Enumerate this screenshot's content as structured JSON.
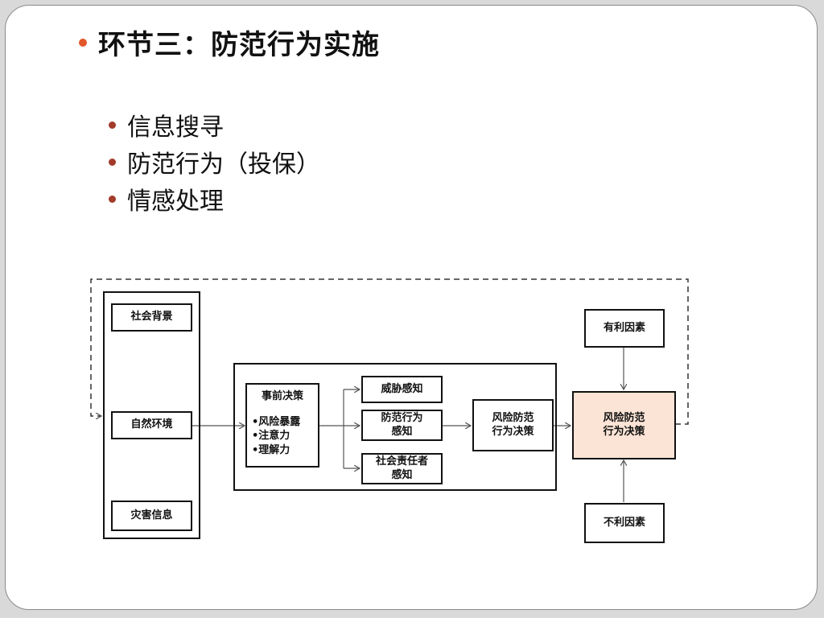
{
  "title": "环节三：防范行为实施",
  "bullets": [
    "信息搜寻",
    "防范行为（投保）",
    "情感处理"
  ],
  "diagram": {
    "left_column": [
      "社会背景",
      "自然环境",
      "灾害信息"
    ],
    "event_decision": {
      "title": "事前决策",
      "items": [
        "•风险暴露",
        "•注意力",
        "•理解力"
      ]
    },
    "perceptions": [
      "威胁感知",
      "防范行为\n感知",
      "社会责任者\n感知"
    ],
    "inner_decision": "风险防范\n行为决策",
    "final_decision": "风险防范\n行为决策",
    "favorable": "有利因素",
    "unfavorable": "不利因素",
    "colors": {
      "highlight": "#fbe4d5",
      "title_bullet": "#e2572b",
      "sub_bullet": "#a23b2a"
    }
  }
}
